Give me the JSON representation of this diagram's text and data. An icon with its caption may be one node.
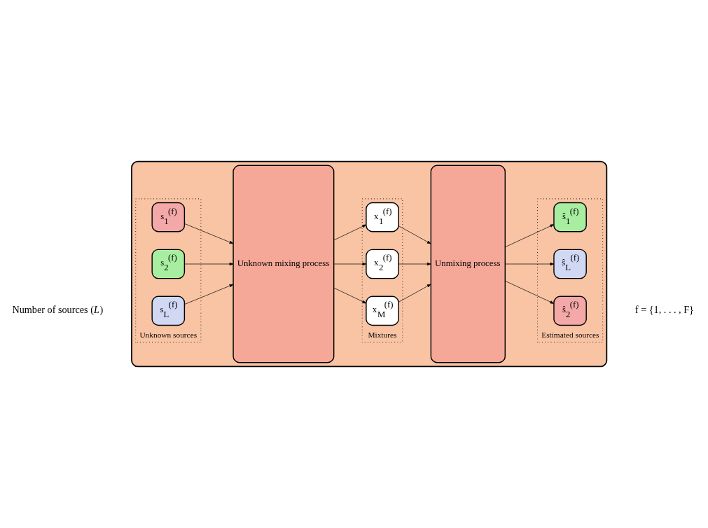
{
  "diagram": {
    "nodes": [
      {
        "text": [],
        "shape": "box"
      },
      {
        "text": [
          "Unknown sources"
        ],
        "in": 0
      },
      {
        "text": [
          "s$_{1}$$^{(f)}$"
        ],
        "in": 1
      },
      {
        "text": [
          "s$_{2}$$^{(f)}$"
        ],
        "in": 1
      },
      {
        "text": [
          "s$_{L}$$^{(f)}$"
        ],
        "in": 1
      },
      {
        "text": [
          "Unknown mixing process"
        ],
        "in": 0
      },
      {
        "text": [
          "Mixtures"
        ],
        "in": 0
      },
      {
        "text": [
          "x$_{1}$$^{(f)}$"
        ],
        "in": 6
      },
      {
        "text": [
          "x$_{2}$$^{(f)}$"
        ],
        "in": 6
      },
      {
        "text": [
          "x$_{M}$$^{(f)}$"
        ],
        "in": 6
      },
      {
        "text": [
          "Unmixing process"
        ],
        "in": 0
      },
      {
        "text": [
          "Estimated sources"
        ],
        "in": 0
      },
      {
        "text": [
          "ŝ$_{1}$$^{(f)}$"
        ],
        "in": 11
      },
      {
        "text": [
          "ŝ$_{L}$$^{(f)}$"
        ],
        "in": 11
      },
      {
        "text": [
          "ŝ$_{2}$$^{(f)}$"
        ],
        "in": 11
      }
    ],
    "edges": [
      {
        "from": 2,
        "to": 5,
        "arrow": "to"
      },
      {
        "from": 3,
        "to": 5,
        "arrow": "to"
      },
      {
        "from": 4,
        "to": 5,
        "arrow": "to"
      },
      {
        "from": 5,
        "to": 7,
        "arrow": "to"
      },
      {
        "from": 5,
        "to": 8,
        "arrow": "to"
      },
      {
        "from": 5,
        "to": 9,
        "arrow": "to"
      },
      {
        "from": 7,
        "to": 10,
        "arrow": "to"
      },
      {
        "from": 8,
        "to": 10,
        "arrow": "to"
      },
      {
        "from": 9,
        "to": 10,
        "arrow": "to"
      },
      {
        "from": 10,
        "to": 12,
        "arrow": "to"
      },
      {
        "from": 10,
        "to": 13,
        "arrow": "to"
      },
      {
        "from": 10,
        "to": 14,
        "arrow": "to"
      }
    ],
    "labels": [
      "Number of sources (*L*)",
      "f = {1, . . . , F}"
    ]
  }
}
